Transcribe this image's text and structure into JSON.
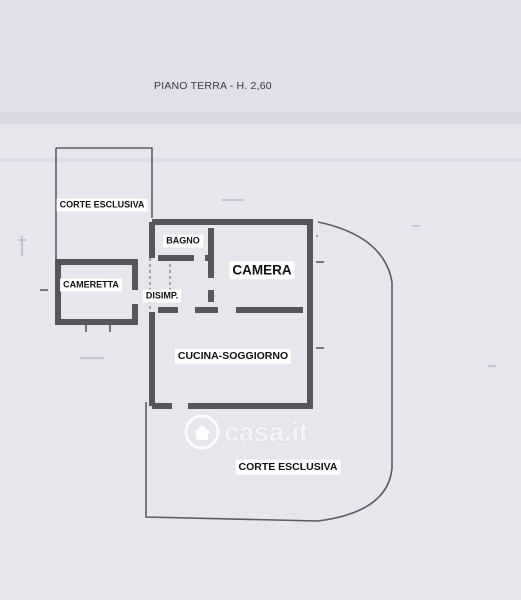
{
  "plan": {
    "title": "PIANO TERRA - H. 2,60",
    "colors": {
      "paper": "#e6e6ec",
      "wall": "#55555b",
      "label_bg": "#ffffff",
      "label_text": "#111111"
    }
  },
  "rooms": {
    "corte_upper": "CORTE ESCLUSIVA",
    "bagno": "BAGNO",
    "camera": "CAMERA",
    "cameretta": "CAMERETTA",
    "disimp": "DISIMP.",
    "cucina": "CUCINA-SOGGIORNO",
    "corte_lower": "CORTE ESCLUSIVA"
  },
  "watermark": {
    "text": "casa.it",
    "icon": "house-icon"
  }
}
